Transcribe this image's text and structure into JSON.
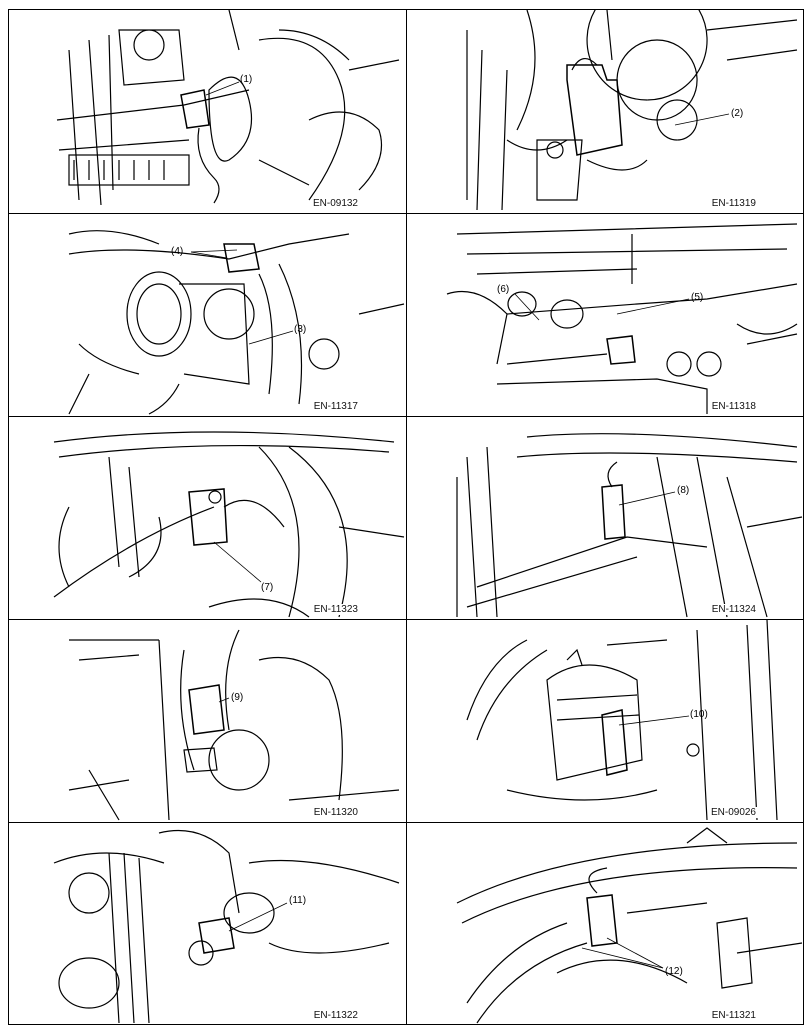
{
  "panels": [
    {
      "code": "EN-09132",
      "callouts": [
        "(1)"
      ]
    },
    {
      "code": "EN-11319",
      "callouts": [
        "(2)"
      ]
    },
    {
      "code": "EN-11317",
      "callouts": [
        "(4)",
        "(3)"
      ]
    },
    {
      "code": "EN-11318",
      "callouts": [
        "(6)",
        "(5)"
      ]
    },
    {
      "code": "EN-11323",
      "callouts": [
        "(7)"
      ]
    },
    {
      "code": "EN-11324",
      "callouts": [
        "(8)"
      ]
    },
    {
      "code": "EN-11320",
      "callouts": [
        "(9)"
      ]
    },
    {
      "code": "EN-09026",
      "callouts": [
        "(10)"
      ]
    },
    {
      "code": "EN-11322",
      "callouts": [
        "(11)"
      ]
    },
    {
      "code": "EN-11321",
      "callouts": [
        "(12)"
      ]
    }
  ]
}
